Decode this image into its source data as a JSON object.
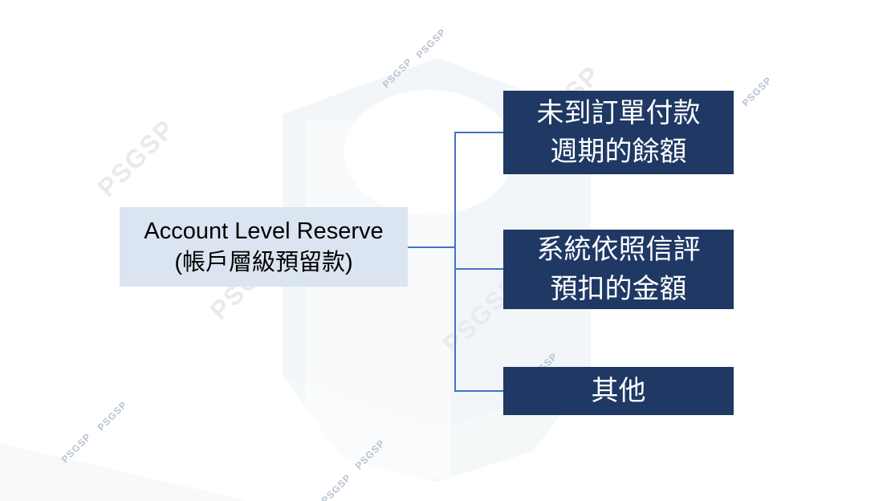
{
  "diagram": {
    "root": {
      "line1": "Account Level Reserve",
      "line2": "(帳戶層級預留款)"
    },
    "children": [
      {
        "line1": "未到訂單付款",
        "line2": "週期的餘額"
      },
      {
        "line1": "系統依照信評",
        "line2": "預扣的金額"
      },
      {
        "line1": "其他"
      }
    ]
  },
  "watermark": {
    "text": "PSGSP"
  },
  "colors": {
    "child_node_fill": "#1f3864",
    "child_node_text": "#ffffff",
    "root_node_fill": "#dbe5f1",
    "root_node_text": "#000000",
    "connector": "#4472c4",
    "watermark_small": "#b7c2d3",
    "watermark_large": "#e8eaed",
    "background_shape": "#f3f6f8"
  }
}
